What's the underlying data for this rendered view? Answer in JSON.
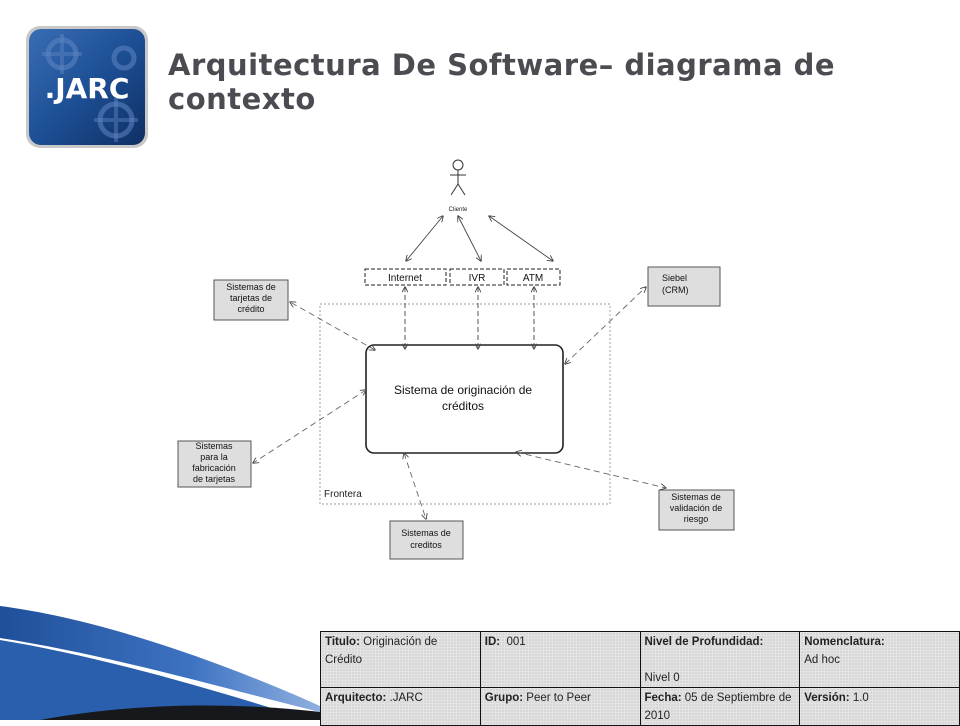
{
  "logo": {
    "text": ".JARC"
  },
  "page": {
    "title": "Arquitectura De Software– diagrama de contexto"
  },
  "diagram": {
    "actor_label": "Cliente",
    "channels": [
      "Internet",
      "IVR",
      "ATM"
    ],
    "center_system": [
      "Sistema de originación de",
      "créditos"
    ],
    "boundary_label": "Frontera",
    "external_systems": {
      "tarjetas_credito": [
        "Sistemas de",
        "tarjetas de",
        "crédito"
      ],
      "siebel": [
        "Siebel",
        "(CRM)"
      ],
      "fabricacion": [
        "Sistemas",
        "para la",
        "fabricación",
        "de tarjetas"
      ],
      "validacion": [
        "Sistemas de",
        "validación de",
        "riesgo"
      ],
      "creditos": [
        "Sistemas de",
        "creditos"
      ]
    }
  },
  "metadata": {
    "titulo_label": "Titulo:",
    "titulo_value": "Originación de Crédito",
    "id_label": "ID:",
    "id_value": "001",
    "nivel_label": "Nivel de Profundidad:",
    "nivel_value": "Nivel 0",
    "nomenclatura_label": "Nomenclatura:",
    "nomenclatura_value": "Ad hoc",
    "arquitecto_label": "Arquitecto:",
    "arquitecto_value": ".JARC",
    "grupo_label": "Grupo:",
    "grupo_value": "Peer to Peer",
    "fecha_label": "Fecha:",
    "fecha_value": "05 de Septiembre de 2010",
    "version_label": "Versión:",
    "version_value": "1.0"
  }
}
